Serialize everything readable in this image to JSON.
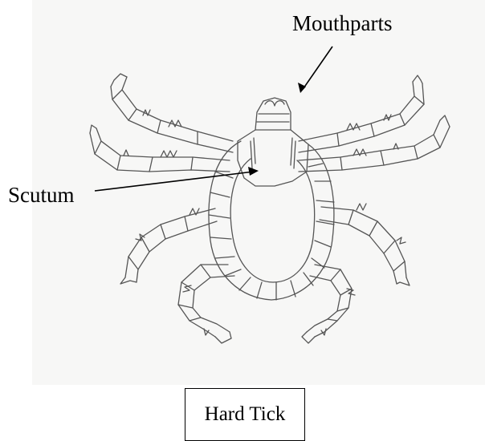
{
  "diagram": {
    "caption": "Hard Tick",
    "labels": [
      {
        "id": "mouthparts",
        "text": "Mouthparts"
      },
      {
        "id": "scutum",
        "text": "Scutum"
      }
    ]
  },
  "colors": {
    "background": "#ffffff",
    "paper": "#f7f7f6",
    "pencil": "#555555",
    "ink": "#000000"
  }
}
